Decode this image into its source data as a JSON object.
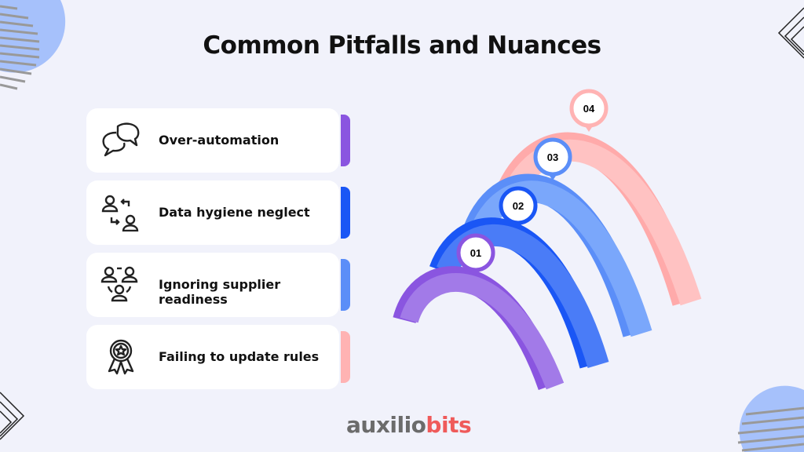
{
  "title": "Common Pitfalls and Nuances",
  "items": [
    {
      "number": "01",
      "label": "Over-automation",
      "icon": "chat-bubbles-icon",
      "color": "#8a55e0"
    },
    {
      "number": "02",
      "label": "Data hygiene neglect",
      "icon": "user-exchange-icon",
      "color": "#1a56f5"
    },
    {
      "number": "03",
      "label": "Ignoring supplier readiness",
      "icon": "user-group-icon",
      "color": "#5b8ef8"
    },
    {
      "number": "04",
      "label": "Failing to update rules",
      "icon": "award-badge-icon",
      "color": "#ffb3b3"
    }
  ],
  "logo": {
    "part1": "auxilio",
    "part2": "bits"
  }
}
